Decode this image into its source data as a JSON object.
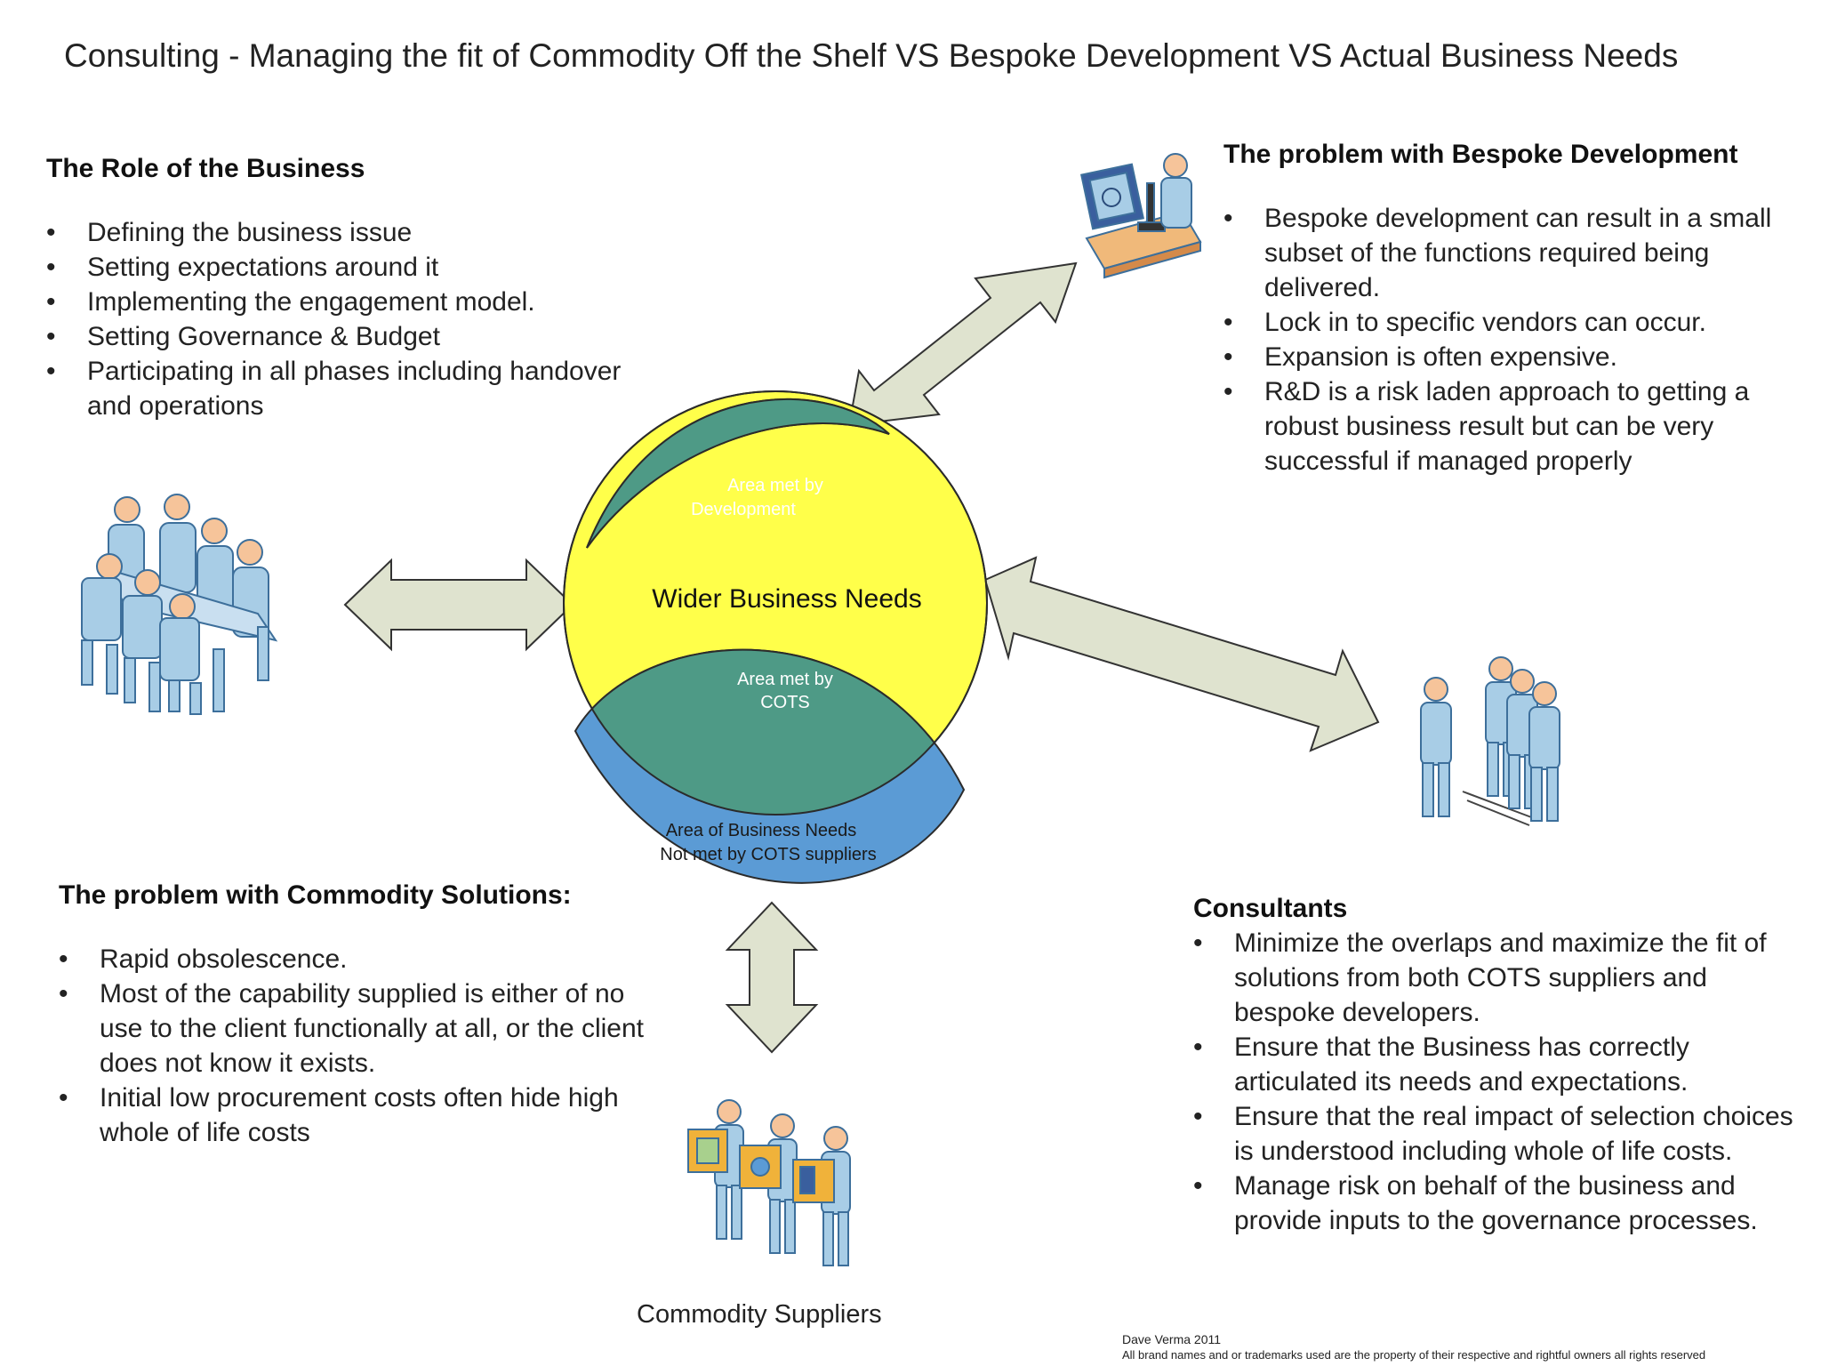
{
  "title": "Consulting -  Managing the fit of Commodity Off the Shelf VS Bespoke Development VS Actual Business Needs",
  "business": {
    "heading": "The Role of the Business",
    "items": [
      "Defining the business issue",
      "Setting expectations around it",
      "Implementing the engagement model.",
      "Setting Governance & Budget",
      "Participating in all phases including handover and operations"
    ]
  },
  "bespoke": {
    "heading": "The problem with Bespoke Development",
    "items": [
      "Bespoke development can result in a small subset of the functions required being delivered.",
      "Lock in to specific vendors can occur.",
      "Expansion is often expensive.",
      "R&D is a risk laden approach to getting a robust business result but can be very successful if managed properly"
    ]
  },
  "commodity": {
    "heading": "The problem with Commodity Solutions:",
    "items": [
      "Rapid obsolescence.",
      "Most of the capability supplied is either of no use to the client functionally at all, or the client does not know it exists.",
      "Initial low procurement costs often hide high whole of life costs"
    ]
  },
  "consultants": {
    "heading": "Consultants",
    "items": [
      "Minimize the overlaps and maximize the fit of solutions from both COTS suppliers and bespoke developers.",
      "Ensure that the Business has correctly articulated its needs and expectations.",
      "Ensure that the real impact of selection choices is understood including whole of life costs.",
      "Manage risk on behalf of the business and provide inputs to the governance processes."
    ]
  },
  "venn": {
    "center_label": "Wider Business Needs",
    "dev_label_1": "Area met by",
    "dev_label_2": "Development",
    "cots_label_1": "Area met by",
    "cots_label_2": "COTS",
    "notmet_label_1": "Area of Business Needs",
    "notmet_label_2": "Not met by COTS suppliers"
  },
  "suppliers_label": "Commodity Suppliers",
  "credit": {
    "author": "Dave Verma 2011",
    "notice": "All brand names and or trademarks used are the property of their respective and rightful owners all rights reserved"
  },
  "colors": {
    "yellow": "#ffff4a",
    "blue": "#5b9bd5",
    "overlap": "#4e9a86",
    "arrow_fill": "#dfe3cf",
    "person": "#a8cde6",
    "head": "#f6c49a"
  }
}
